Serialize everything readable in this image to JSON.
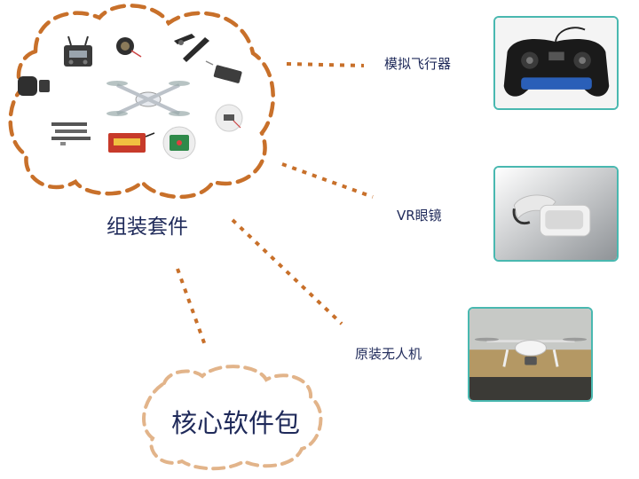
{
  "labels": {
    "kit": "组装套件",
    "core": "核心软件包",
    "simulator": "模拟飞行器",
    "vr": "VR眼镜",
    "drone": "原装无人机"
  },
  "colors": {
    "dash_orange": "#c8702a",
    "dash_light": "#e2b48a",
    "photo_border": "#49b8b0",
    "text": "#1f2a5a"
  },
  "icons": [
    "transmitter-icon",
    "motor-icon",
    "propeller-icon",
    "battery-pack-icon",
    "gps-module-icon",
    "esc-module-icon",
    "quadcopter-icon",
    "frame-parts-icon",
    "lipo-battery-icon",
    "flight-controller-board-icon",
    "receiver-icon"
  ]
}
